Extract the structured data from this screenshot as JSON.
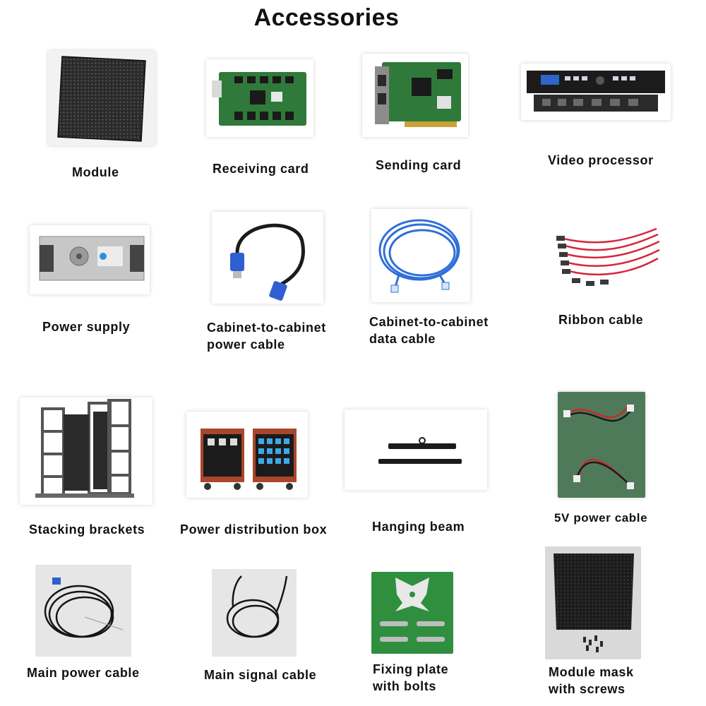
{
  "title": "Accessories",
  "items": [
    {
      "lines": [
        "Module"
      ]
    },
    {
      "lines": [
        "Receiving card"
      ]
    },
    {
      "lines": [
        "Sending card"
      ]
    },
    {
      "lines": [
        "Video processor"
      ]
    },
    {
      "lines": [
        "Power supply"
      ]
    },
    {
      "lines": [
        "Cabinet-to-cabinet",
        "power cable"
      ]
    },
    {
      "lines": [
        "Cabinet-to-cabinet",
        "data cable"
      ]
    },
    {
      "lines": [
        "Ribbon cable"
      ]
    },
    {
      "lines": [
        "Stacking brackets"
      ]
    },
    {
      "lines": [
        "Power distribution box"
      ]
    },
    {
      "lines": [
        "Hanging beam"
      ]
    },
    {
      "lines": [
        "5V power cable"
      ]
    },
    {
      "lines": [
        "Main power cable"
      ]
    },
    {
      "lines": [
        "Main signal cable"
      ]
    },
    {
      "lines": [
        "Fixing plate",
        "with bolts"
      ]
    },
    {
      "lines": [
        "Module mask",
        "with screws"
      ]
    }
  ]
}
